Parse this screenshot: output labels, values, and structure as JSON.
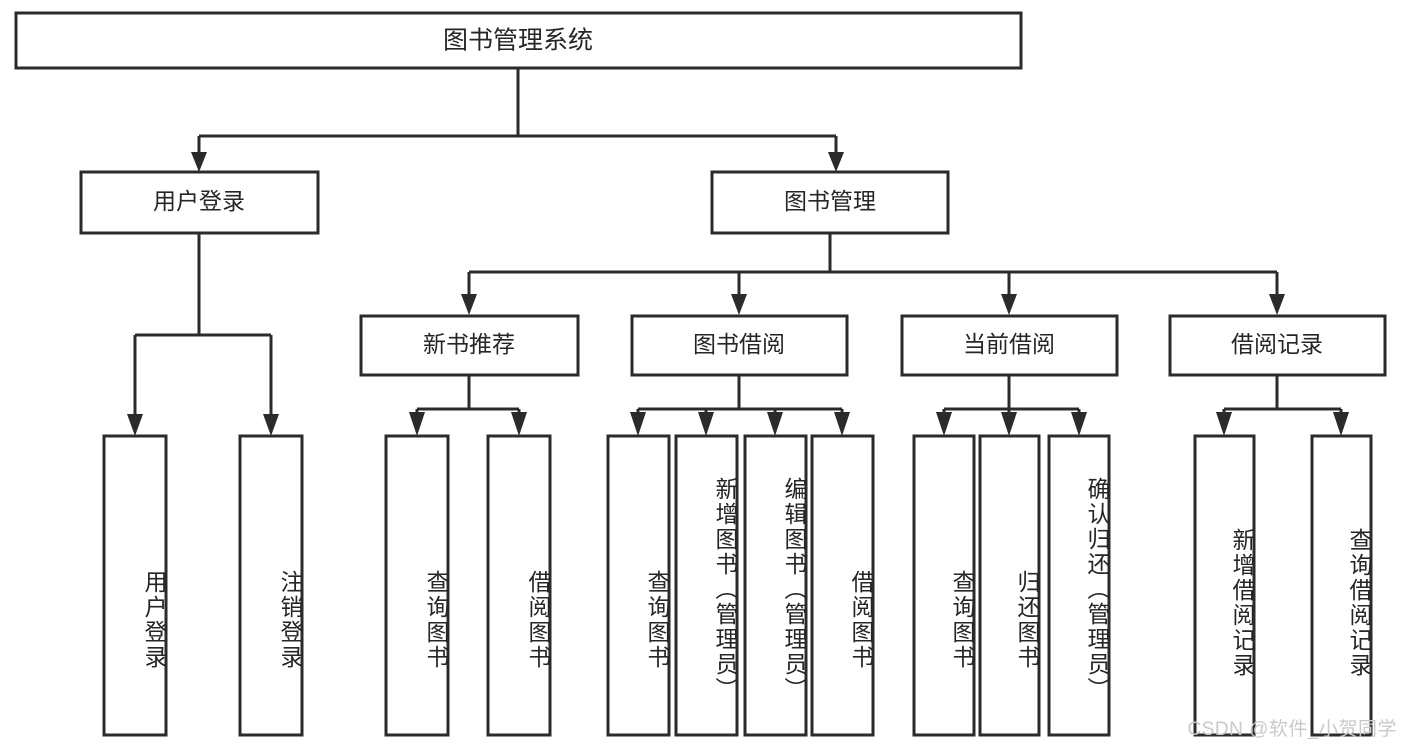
{
  "diagram": {
    "title": "图书管理系统",
    "type": "hierarchy-tree",
    "watermark": "CSDN @软件_小贺同学",
    "colors": {
      "stroke": "#2b2b2b",
      "fill": "#ffffff",
      "text": "#262626",
      "watermark": "#c9c9c9",
      "background": "#ffffff"
    },
    "root": {
      "label": "图书管理系统"
    },
    "level2": [
      {
        "id": "user-login",
        "label": "用户登录"
      },
      {
        "id": "book-manage",
        "label": "图书管理"
      }
    ],
    "level3": [
      {
        "id": "new-book-recommend",
        "label": "新书推荐",
        "parent": "book-manage"
      },
      {
        "id": "book-borrow",
        "label": "图书借阅",
        "parent": "book-manage"
      },
      {
        "id": "current-borrow",
        "label": "当前借阅",
        "parent": "book-manage"
      },
      {
        "id": "borrow-record",
        "label": "借阅记录",
        "parent": "book-manage"
      }
    ],
    "leaves": [
      {
        "id": "leaf-user-login",
        "label": "用户登录",
        "parent": "user-login"
      },
      {
        "id": "leaf-logout-login",
        "label": "注销登录",
        "parent": "user-login"
      },
      {
        "id": "leaf-query-book-1",
        "label": "查询图书",
        "parent": "new-book-recommend"
      },
      {
        "id": "leaf-borrow-book-1",
        "label": "借阅图书",
        "parent": "new-book-recommend"
      },
      {
        "id": "leaf-query-book-2",
        "label": "查询图书",
        "parent": "book-borrow"
      },
      {
        "id": "leaf-add-book",
        "label": "新增图书（管理员）",
        "parent": "book-borrow"
      },
      {
        "id": "leaf-edit-book",
        "label": "编辑图书（管理员）",
        "parent": "book-borrow"
      },
      {
        "id": "leaf-borrow-book-2",
        "label": "借阅图书",
        "parent": "book-borrow"
      },
      {
        "id": "leaf-query-book-3",
        "label": "查询图书",
        "parent": "current-borrow"
      },
      {
        "id": "leaf-return-book",
        "label": "归还图书",
        "parent": "current-borrow"
      },
      {
        "id": "leaf-confirm-return",
        "label": "确认归还（管理员）",
        "parent": "current-borrow"
      },
      {
        "id": "leaf-add-record",
        "label": "新增借阅记录",
        "parent": "borrow-record"
      },
      {
        "id": "leaf-query-record",
        "label": "查询借阅记录",
        "parent": "borrow-record"
      }
    ]
  }
}
